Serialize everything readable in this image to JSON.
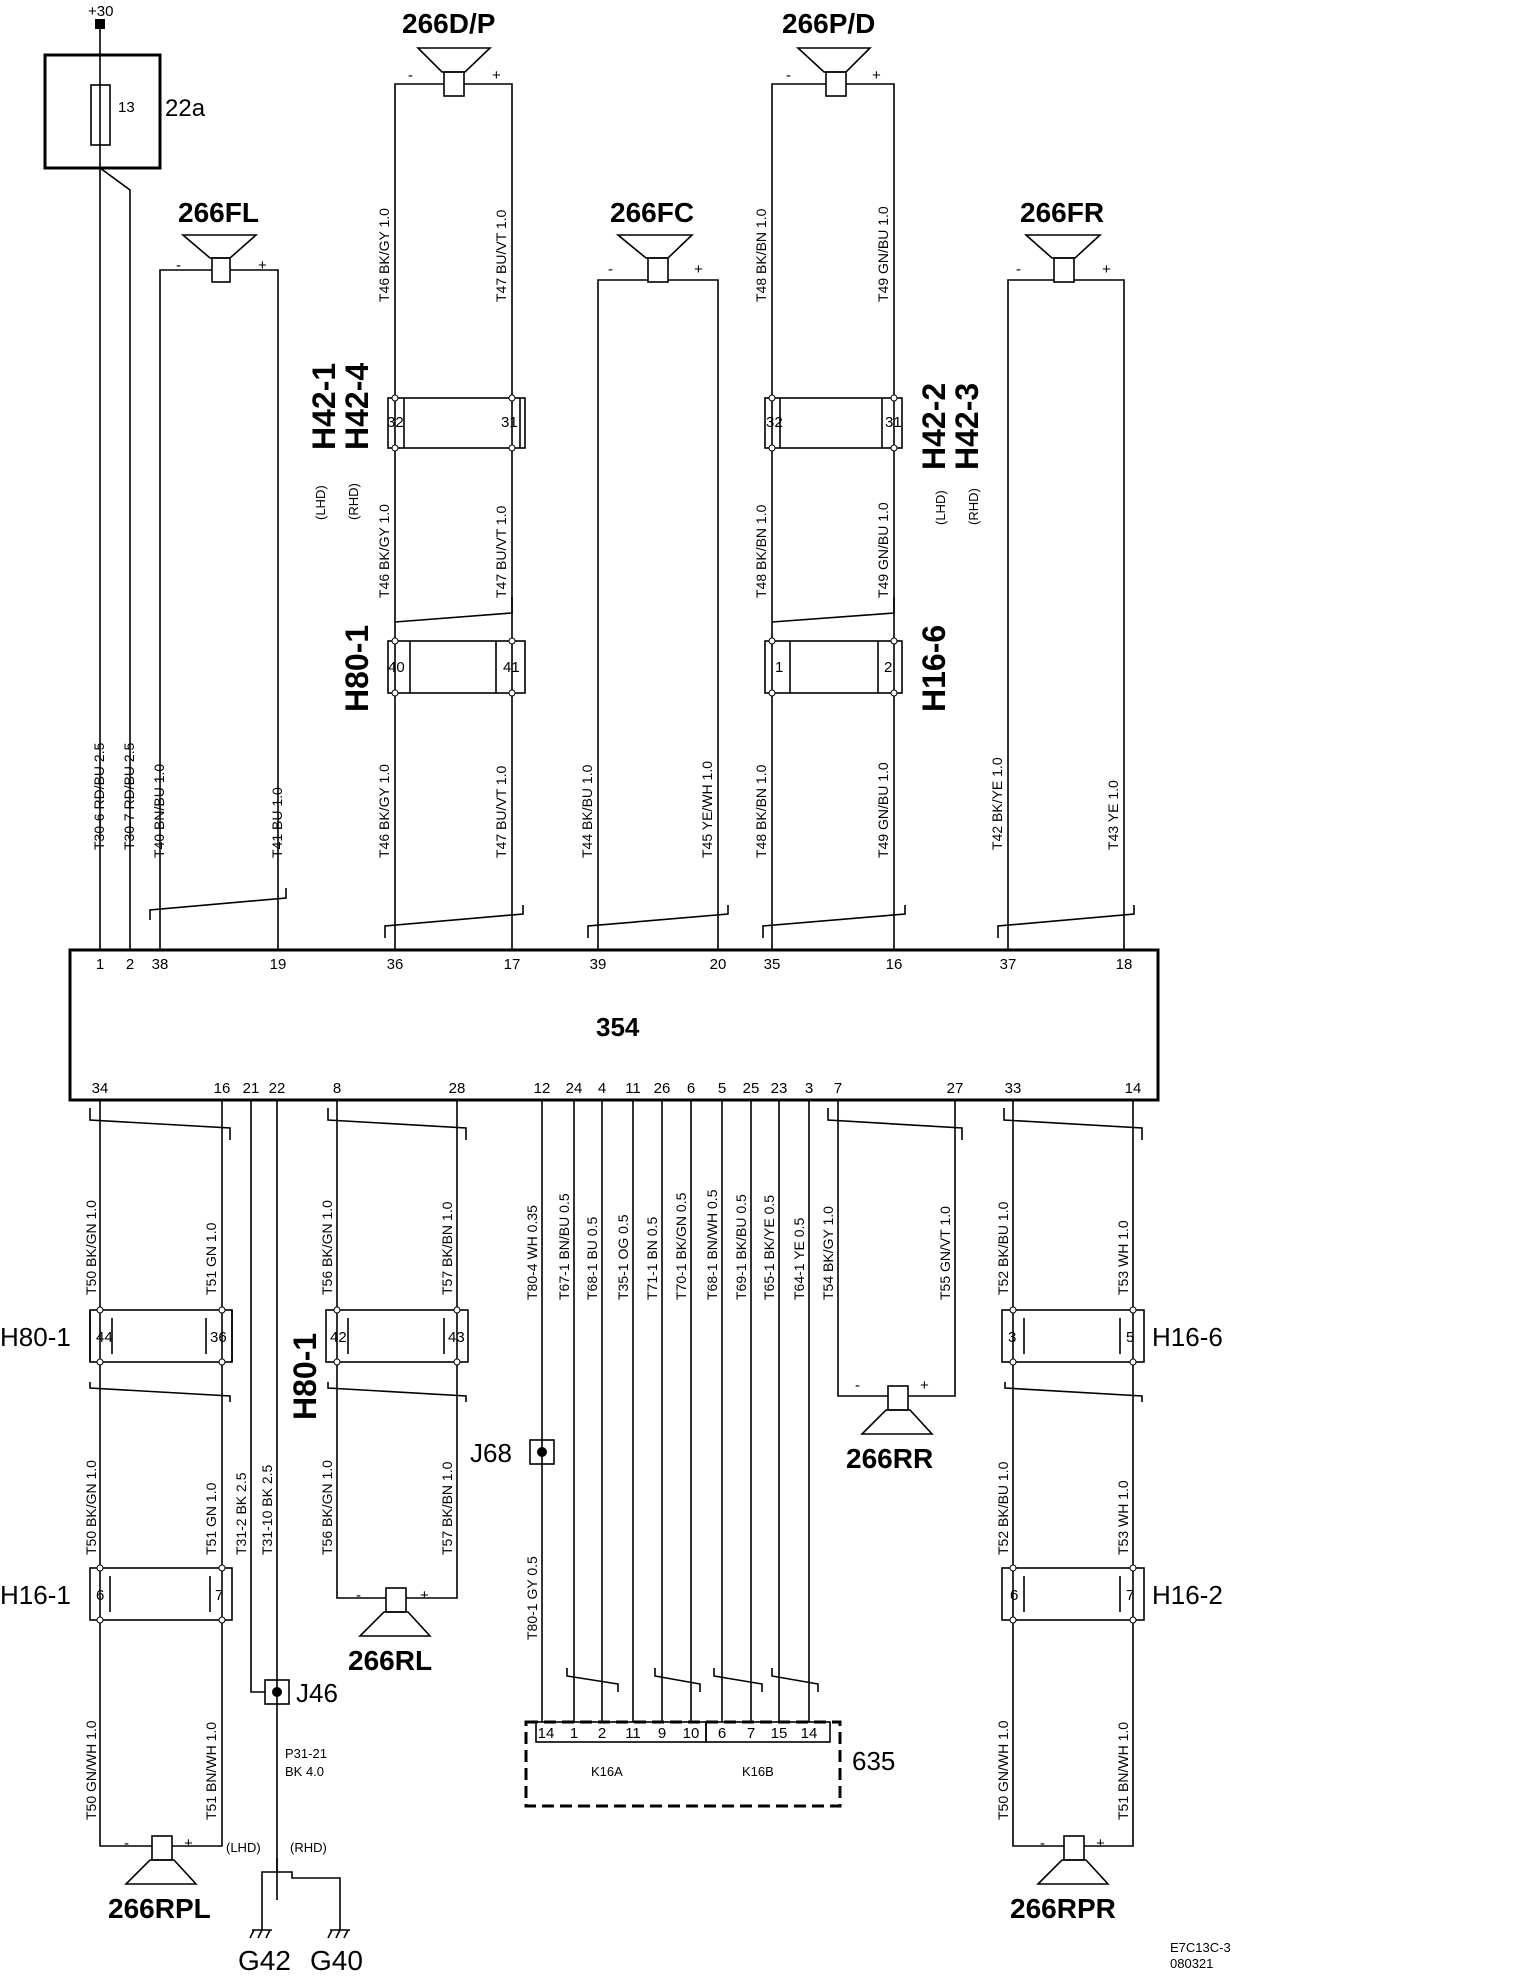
{
  "supply": "+30",
  "fuse": {
    "number": "13",
    "label": "22a"
  },
  "module": {
    "label": "354"
  },
  "drawing_code": [
    "E7C13C-3",
    "080321"
  ],
  "speakers_top": [
    {
      "id": "266FL",
      "minus": "-",
      "plus": "+"
    },
    {
      "id": "266D/P",
      "minus": "-",
      "plus": "+"
    },
    {
      "id": "266FC",
      "minus": "-",
      "plus": "+"
    },
    {
      "id": "266P/D",
      "minus": "-",
      "plus": "+"
    },
    {
      "id": "266FR",
      "minus": "-",
      "plus": "+"
    }
  ],
  "speakers_bottom": [
    {
      "id": "266RPL"
    },
    {
      "id": "266RL"
    },
    {
      "id": "266RR"
    },
    {
      "id": "266RPR"
    }
  ],
  "top_connector_pins": [
    "1",
    "2",
    "38",
    "19",
    "36",
    "17",
    "39",
    "20",
    "35",
    "16",
    "37",
    "18"
  ],
  "bottom_connector_pins": [
    "34",
    "16",
    "21",
    "22",
    "8",
    "28",
    "12",
    "24",
    "4",
    "11",
    "26",
    "6",
    "5",
    "25",
    "23",
    "3",
    "7",
    "27",
    "33",
    "14"
  ],
  "connectors": {
    "h42_left": {
      "name1": "H42-1",
      "name2": "H42-4",
      "note1": "(LHD)",
      "note2": "(RHD)",
      "pins": [
        "32",
        "31"
      ]
    },
    "h42_right": {
      "name1": "H42-2",
      "name2": "H42-3",
      "note1": "(LHD)",
      "note2": "(RHD)",
      "pins": [
        "32",
        "31"
      ]
    },
    "h80_top": {
      "name": "H80-1",
      "pins": [
        "40",
        "41"
      ]
    },
    "h16_top": {
      "name": "H16-6",
      "pins": [
        "1",
        "2"
      ]
    },
    "h80_bl": {
      "name": "H80-1",
      "pins": [
        "44",
        "36"
      ]
    },
    "h80_bm": {
      "name": "H80-1",
      "pins": [
        "42",
        "43"
      ]
    },
    "h16_br": {
      "name": "H16-6",
      "pins": [
        "3",
        "5"
      ]
    },
    "h16_1": {
      "name": "H16-1",
      "pins": [
        "6",
        "7"
      ]
    },
    "h16_2": {
      "name": "H16-2",
      "pins": [
        "6",
        "7"
      ]
    },
    "j68": {
      "name": "J68"
    },
    "j46": {
      "name": "J46"
    },
    "k635": {
      "name": "635",
      "pins": [
        "14",
        "1",
        "2",
        "11",
        "9",
        "10",
        "6",
        "7",
        "15",
        "14"
      ],
      "sub_a": "K16A",
      "sub_b": "K16B"
    }
  },
  "ground": {
    "cable": "P31-21",
    "cable_spec": "BK  4.0",
    "lhd": "(LHD)",
    "rhd": "(RHD)",
    "g1": "G42",
    "g2": "G40"
  },
  "wire_labels": {
    "d1": "T46  BK/GY  1.0",
    "d2": "T47  BU/VT  1.0",
    "d3": "T46  BK/GY  1.0",
    "d4": "T47  BU/VT  1.0",
    "d5": "T46  BK/GY  1.0",
    "d6": "T47  BU/VT  1.0",
    "p1": "T48  BK/BN  1.0",
    "p2": "T49  GN/BU  1.0",
    "p3": "T48  BK/BN  1.0",
    "p4": "T49  GN/BU  1.0",
    "p5": "T48  BK/BN  1.0",
    "p6": "T49  GN/BU  1.0",
    "a1": "T30-6  RD/BU  2.5",
    "a2": "T30-7  RD/BU  2.5",
    "fl1": "T40  BN/BU  1.0",
    "fl2": "T41  BU  1.0",
    "fc1": "T44  BK/BU  1.0",
    "fc2": "T45  YE/WH  1.0",
    "fr1": "T42  BK/YE  1.0",
    "fr2": "T43  YE  1.0",
    "b1": "T50  BK/GN  1.0",
    "b2": "T51  GN  1.0",
    "b3": "T50  BK/GN  1.0",
    "b4": "T51  GN  1.0",
    "b5": "T50  GN/WH  1.0",
    "b6": "T51  BN/WH  1.0",
    "g31a": "T31-2  BK  2.5",
    "g31b": "T31-10  BK  2.5",
    "m1": "T56  BK/GN  1.0",
    "m2": "T57  BK/BN  1.0",
    "m3": "T56  BK/GN  1.0",
    "m4": "T57  BK/BN  1.0",
    "k1": "T80-4  WH  0.35",
    "k2": "T67-1  BN/BU  0.5",
    "k3": "T68-1  BU  0.5",
    "k4": "T35-1  OG  0.5",
    "k5": "T71-1  BN  0.5",
    "k6": "T70-1  BK/GN  0.5",
    "k7": "T68-1  BN/WH  0.5",
    "k8": "T69-1  BK/BU  0.5",
    "k9": "T65-1  BK/YE  0.5",
    "k10": "T64-1  YE  0.5",
    "k11": "T80-1  GY  0.5",
    "rr1": "T54  BK/GY  1.0",
    "rr2": "T55  GN/VT  1.0",
    "r1": "T52  BK/BU  1.0",
    "r2": "T53  WH  1.0",
    "r3": "T52  BK/BU  1.0",
    "r4": "T53  WH  1.0",
    "r5": "T50  GN/WH  1.0",
    "r6": "T51  BN/WH  1.0"
  }
}
